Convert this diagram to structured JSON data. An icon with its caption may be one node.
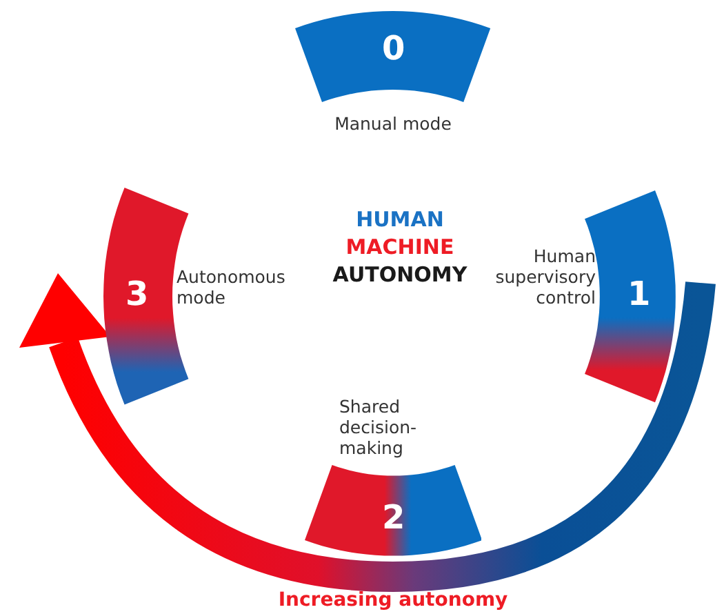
{
  "diagram": {
    "nodes": [
      {
        "text": [
          "0"
        ],
        "beside": [
          "Manual mode"
        ]
      },
      {
        "text": [
          "1"
        ],
        "beside": [
          "Human supervisory control"
        ]
      },
      {
        "text": [
          "2"
        ],
        "beside": [
          "Shared decision-making"
        ]
      },
      {
        "text": [
          "3"
        ],
        "beside": [
          "Autonomous mode"
        ]
      }
    ],
    "labels": [
      "HUMAN",
      "MACHINE",
      "AUTONOMY",
      "Increasing autonomy"
    ]
  }
}
